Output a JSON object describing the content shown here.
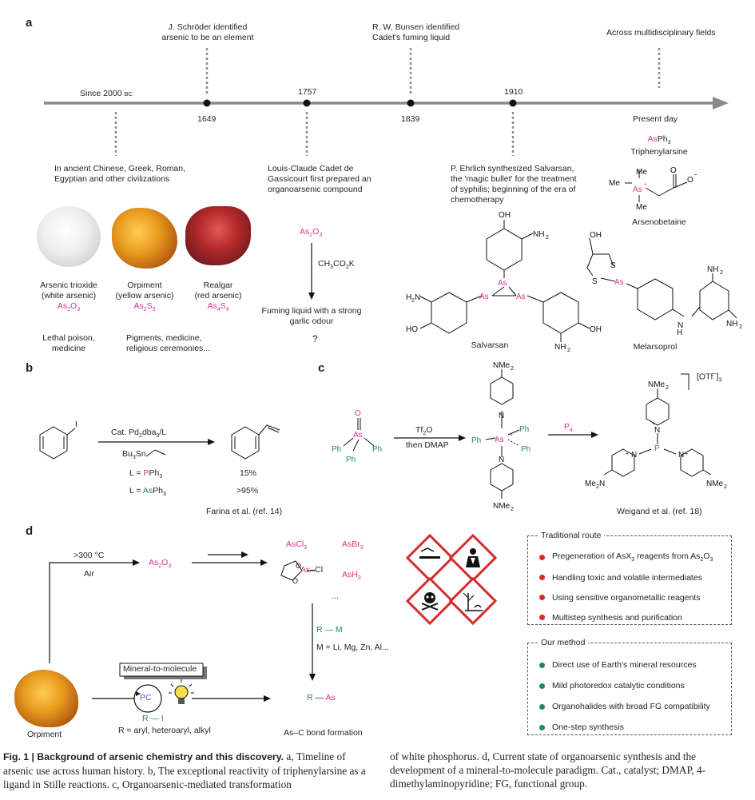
{
  "panels": {
    "a": "a",
    "b": "b",
    "c": "c",
    "d": "d"
  },
  "timeline": {
    "since": "Since 2000",
    "since_bc": "BC",
    "years": {
      "y1649": "1649",
      "y1757": "1757",
      "y1839": "1839",
      "y1910": "1910",
      "present": "Present day"
    },
    "top_events": {
      "schroder_l1": "J. Schröder identified",
      "schroder_l2": "arsenic to be an element",
      "bunsen_l1": "R. W. Bunsen identified",
      "bunsen_l2": "Cadet's fuming liquid",
      "multi": "Across multidisciplinary fields"
    },
    "bottom_events": {
      "ancient_l1": "In ancient Chinese, Greek, Roman,",
      "ancient_l2": "Egyptian and other civilizations",
      "cadet_l1": "Louis-Claude Cadet de",
      "cadet_l2": "Gassicourt first prepared an",
      "cadet_l3": "organoarsenic compound",
      "ehrlich_l1": "P. Ehrlich synthesized Salvarsan,",
      "ehrlich_l2": "the 'magic bullet' for the treatment",
      "ehrlich_l3": "of syphilis; beginning of the era of",
      "ehrlich_l4": "chemotherapy"
    }
  },
  "minerals": [
    {
      "name": "Arsenic trioxide",
      "sub": "(white arsenic)",
      "formula": "As2O3"
    },
    {
      "name": "Orpiment",
      "sub": "(yellow arsenic)",
      "formula": "As2S3"
    },
    {
      "name": "Realgar",
      "sub": "(red arsenic)",
      "formula": "As4S4"
    }
  ],
  "mineral_uses": {
    "u1_l1": "Lethal poison,",
    "u1_l2": "medicine",
    "u2_l1": "Pigments, medicine,",
    "u2_l2": "religious ceremonies..."
  },
  "cadet_rxn": {
    "start": "As2O3",
    "reagent": "CH3CO2K",
    "product_l1": "Fuming liquid with a strong",
    "product_l2": "garlic odour",
    "question": "?"
  },
  "compounds": {
    "asph3": "AsPh3",
    "triphenylarsine": "Triphenylarsine",
    "arsenobetaine": "Arsenobetaine",
    "salvarsan": "Salvarsan",
    "melarsoprol": "Melarsoprol"
  },
  "panel_b": {
    "catalyst": "Cat. Pd2dba3/L",
    "reagent": "Bu3Sn",
    "l_pph3": "L = PPh3",
    "l_asph3": "L = AsPh3",
    "yield1": "15%",
    "yield2": ">95%",
    "ref": "Farina et al. (ref. 14)"
  },
  "panel_c": {
    "reagent1": "Tf2O",
    "reagent2": "then DMAP",
    "p4": "P4",
    "otf": "[OTf−]3",
    "nme2": "NMe2",
    "me2n": "Me2N",
    "ref": "Weigand et al. (ref. 18)"
  },
  "panel_d": {
    "temp": ">300 °C",
    "air": "Air",
    "as2o3": "As2O3",
    "ascl3": "AsCl3",
    "asbr3": "AsBr3",
    "ash3": "AsH3",
    "dots": "...",
    "rm": "R — M",
    "metals": "M = Li, Mg, Zn, Al...",
    "ras": "R — As",
    "bond": "As–C bond formation",
    "orpiment": "Orpiment",
    "m2m": "Mineral-to-molecule",
    "pc": "PC",
    "ri": "R — I",
    "r_def": "R = aryl, heteroaryl, alkyl"
  },
  "traditional": {
    "title": "Traditional route",
    "items": [
      "Pregeneration of AsX3 reagents from As2O3",
      "Handling toxic and volatile intermediates",
      "Using sensitive organometallic reagents",
      "Multistep synthesis and purification"
    ]
  },
  "method": {
    "title": "Our method",
    "items": [
      "Direct use of Earth's mineral resources",
      "Mild photoredox catalytic conditions",
      "Organohalides with broad FG compatibility",
      "One-step synthesis"
    ]
  },
  "caption": {
    "head": "Fig. 1 | Background of arsenic chemistry and this discovery.",
    "left_rest": " a, Timeline of arsenic use across human history. b, The exceptional reactivity of triphenylarsine as a ligand in Stille reactions. c, Organoarsenic-mediated transformation",
    "right": "of white phosphorus. d, Current state of organoarsenic synthesis and the development of a mineral-to-molecule paradigm. Cat., catalyst; DMAP, 4-dimethylaminopyridine; FG, functional group."
  },
  "colors": {
    "magenta": "#d6338f",
    "green": "#1e8a5a",
    "red": "#d62a2a",
    "timeline": "#8a8a8a"
  }
}
